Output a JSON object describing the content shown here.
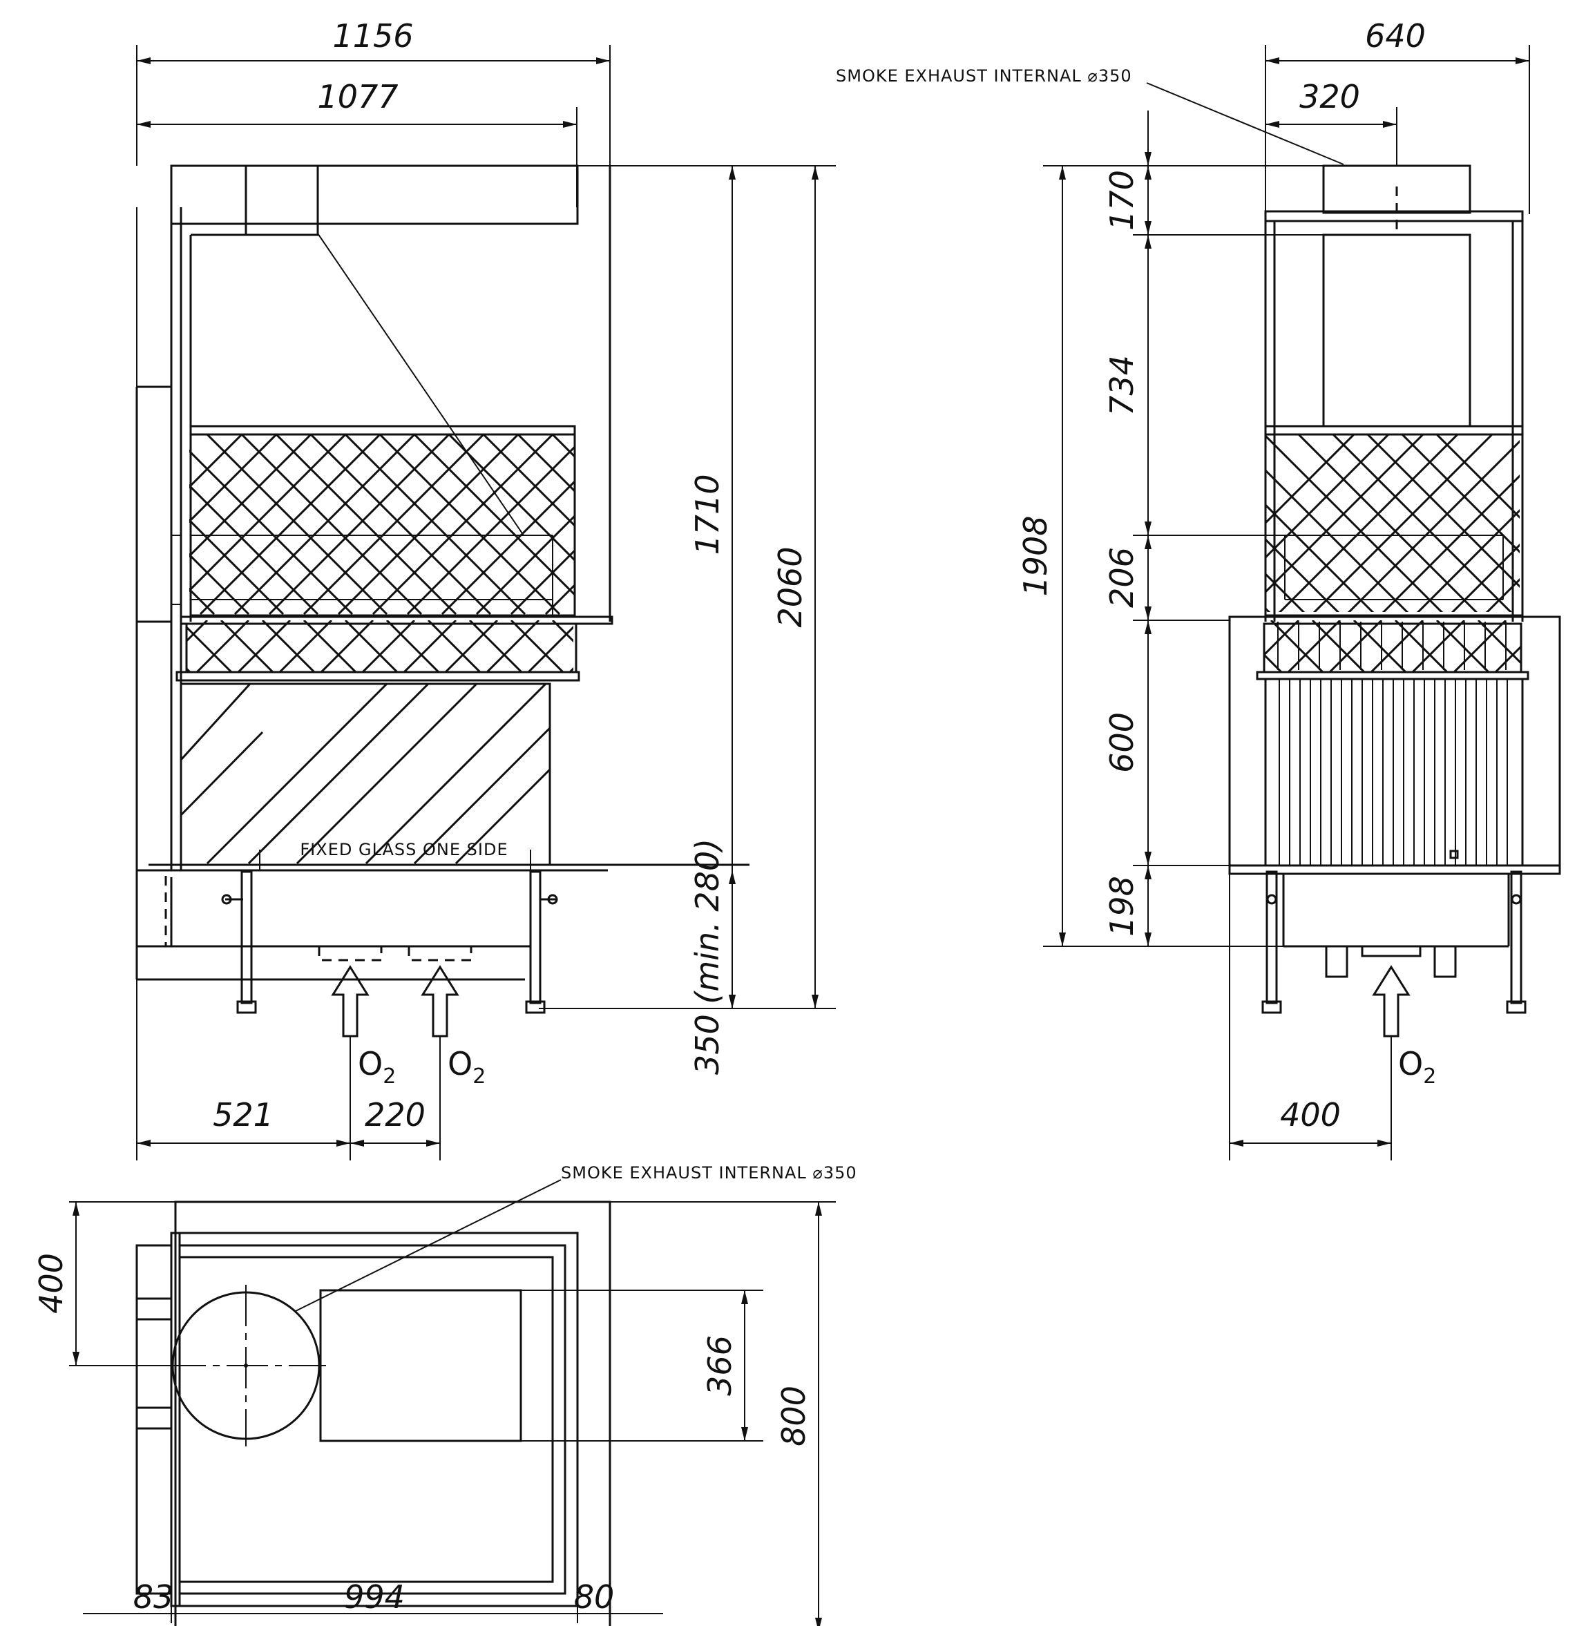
{
  "front_view": {
    "dims": {
      "overall_width": "1156",
      "inner_width": "1077",
      "firebox_height": "1710",
      "total_height": "2060",
      "base_height": "350 (min. 280)",
      "air_offset": "521",
      "air_spacing": "220"
    },
    "note_glass": "FIXED GLASS ONE SIDE",
    "air_label": "O",
    "air_sub": "2"
  },
  "side_view": {
    "dims": {
      "overall_depth": "640",
      "half_depth": "320",
      "total_height": "1908",
      "hood_height": "170",
      "upper_height": "734",
      "mid_height": "206",
      "glass_height": "600",
      "base_height": "198",
      "air_offset": "400"
    },
    "note_smoke": "SMOKE EXHAUST INTERNAL ⌀350",
    "air_label": "O",
    "air_sub": "2"
  },
  "plan_view": {
    "dims": {
      "flue_offset": "400",
      "flue_zone": "366",
      "overall_depth": "800",
      "left_margin": "83",
      "inner_width": "994",
      "right_margin": "80"
    },
    "note_smoke": "SMOKE EXHAUST INTERNAL ⌀350"
  }
}
